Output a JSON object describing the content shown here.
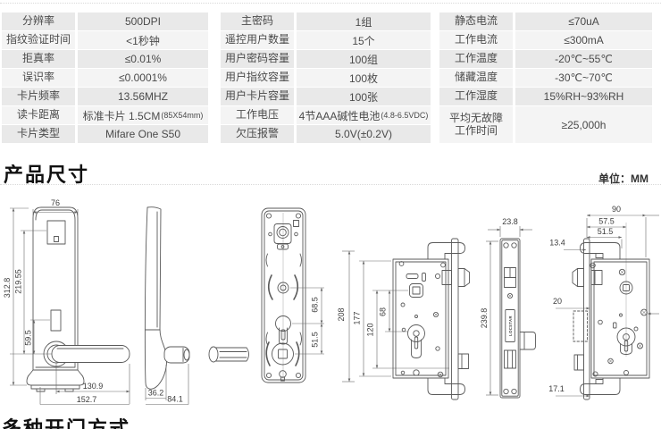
{
  "page": {
    "section_title": "产品尺寸",
    "unit_label": "单位：MM",
    "next_section_title_partial": "多种开门方式"
  },
  "spec_table": {
    "groups": [
      {
        "rows": [
          {
            "label": "分辨率",
            "value": "500DPI"
          },
          {
            "label": "指纹验证时间",
            "value": "<1秒钟"
          },
          {
            "label": "拒真率",
            "value": "≤0.01%"
          },
          {
            "label": "误识率",
            "value": "≤0.0001%"
          },
          {
            "label": "卡片频率",
            "value": "13.56MHZ"
          },
          {
            "label": "读卡距离",
            "value": "标准卡片 1.5CM",
            "small": "(85X54mm)"
          },
          {
            "label": "卡片类型",
            "value": "Mifare One S50"
          }
        ]
      },
      {
        "rows": [
          {
            "label": "主密码",
            "value": "1组"
          },
          {
            "label": "遥控用户数量",
            "value": "15个"
          },
          {
            "label": "用户密码容量",
            "value": "100组"
          },
          {
            "label": "用户指纹容量",
            "value": "100枚"
          },
          {
            "label": "用户卡片容量",
            "value": "100张"
          },
          {
            "label": "工作电压",
            "value": "4节AAA碱性电池",
            "small": "(4.8-6.5VDC)"
          },
          {
            "label": "欠压报警",
            "value": "5.0V(±0.2V)"
          }
        ]
      },
      {
        "rows": [
          {
            "label": "静态电流",
            "value": "≤70uA"
          },
          {
            "label": "工作电流",
            "value": "≤300mA"
          },
          {
            "label": "工作温度",
            "value": "-20℃~55℃"
          },
          {
            "label": "储藏温度",
            "value": "-30℃~70℃"
          },
          {
            "label": "工作湿度",
            "value": "15%RH~93%RH"
          },
          {
            "label": "平均无故障\n工作时间",
            "value": "≥25,000h",
            "tall": true
          }
        ]
      }
    ]
  },
  "dims": {
    "front_width": "76",
    "front_height": "312.8",
    "front_inner_height": "219.55",
    "front_lower": "59.5",
    "front_handle": "130.9",
    "front_total_width": "152.7",
    "side_thickness": "36.2",
    "side_depth": "84.1",
    "plate_hub_to_key": "68.5",
    "plate_key_to_lower": "51.5",
    "body_total_height": "208",
    "body_height": "177",
    "body_span_mid": "120",
    "body_span_top": "68",
    "face_width": "23.8",
    "face_height": "239.8",
    "face_brand": "LOCSTAR",
    "right_backset": "90",
    "right_to_axis": "57.5",
    "right_to_edge": "51.5",
    "right_hook": "13.4",
    "right_box": "20",
    "right_bolt": "17.1"
  }
}
